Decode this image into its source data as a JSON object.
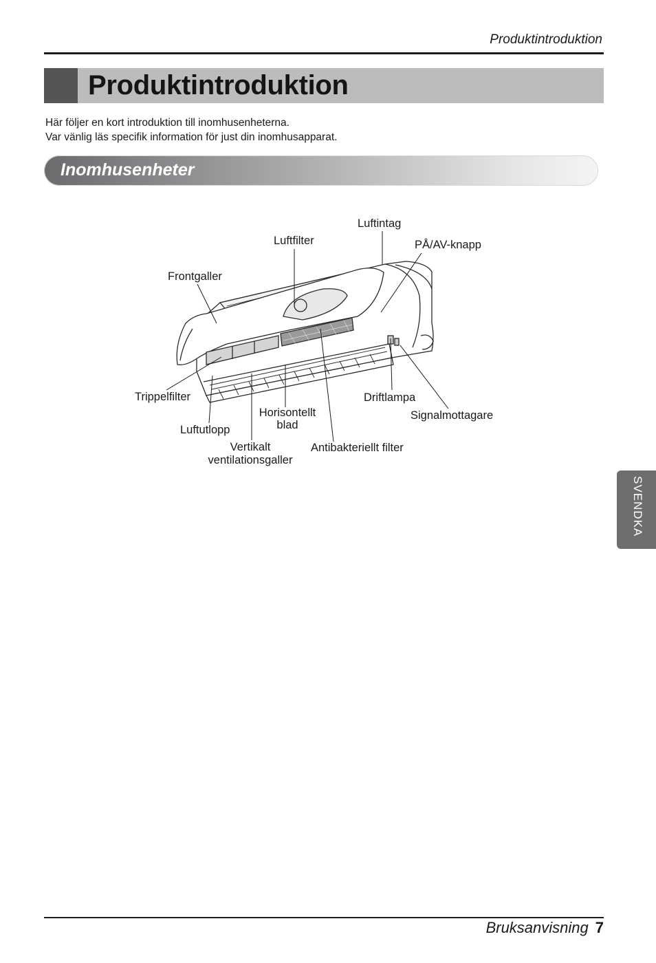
{
  "header": {
    "running_title": "Produktintroduktion"
  },
  "title": "Produktintroduktion",
  "intro": {
    "line1": "Här följer en kort introduktion till inomhusenheterna.",
    "line2": "Var vänlig läs specifik information för just din inomhusapparat."
  },
  "section": {
    "heading": "Inomhusenheter"
  },
  "diagram": {
    "labels": {
      "luftintag": "Luftintag",
      "luftfilter": "Luftfilter",
      "pa_av_knapp": "PÅ/AV-knapp",
      "frontgaller": "Frontgaller",
      "trippelfilter": "Trippelfilter",
      "driftlampa": "Driftlampa",
      "horisontellt_1": "Horisontellt",
      "horisontellt_2": "blad",
      "signalmottagare": "Signalmottagare",
      "luftutlopp": "Luftutlopp",
      "vertikalt_1": "Vertikalt",
      "vertikalt_2": "ventilationsgaller",
      "antibakteriellt": "Antibakteriellt filter"
    }
  },
  "side_tab": "SVENDKA",
  "footer": {
    "manual": "Bruksanvisning",
    "page": "7"
  }
}
